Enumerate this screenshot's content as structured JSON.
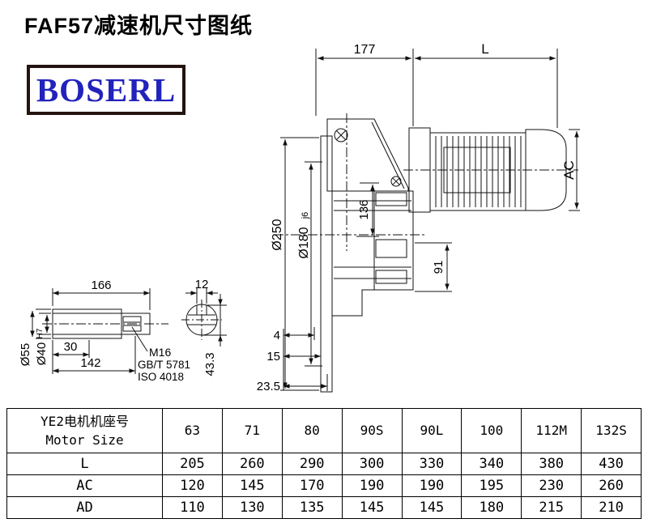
{
  "page": {
    "title": "FAF57减速机尺寸图纸",
    "logo_text": "BOSERL"
  },
  "main_view": {
    "dim_177": "177",
    "dim_L": "L",
    "dim_AC": "AC",
    "dim_136": "136",
    "dia_250": "Ø250",
    "dia_180": "Ø180",
    "dia_180_tol": "j6",
    "dim_91": "91",
    "dim_4": "4",
    "dim_15": "15",
    "dim_23_5": "23.5"
  },
  "shaft_view": {
    "dim_166": "166",
    "dim_12": "12",
    "dia_55": "Ø55",
    "dia_40": "Ø40",
    "dia_40_tol": "H7",
    "dim_30": "30",
    "dim_142": "142",
    "thread": "M16",
    "std_gb": "GB/T 5781",
    "std_iso": "ISO 4018",
    "dim_43_3": "43.3"
  },
  "table": {
    "header": {
      "line1": "YE2电机机座号",
      "line2": "Motor Size"
    },
    "motor_sizes": [
      "63",
      "71",
      "80",
      "90S",
      "90L",
      "100",
      "112M",
      "132S"
    ],
    "rows": [
      {
        "label": "L",
        "values": [
          "205",
          "260",
          "290",
          "300",
          "330",
          "340",
          "380",
          "430"
        ]
      },
      {
        "label": "AC",
        "values": [
          "120",
          "145",
          "170",
          "190",
          "190",
          "195",
          "230",
          "260"
        ]
      },
      {
        "label": "AD",
        "values": [
          "110",
          "130",
          "135",
          "145",
          "145",
          "180",
          "215",
          "210"
        ]
      }
    ]
  }
}
